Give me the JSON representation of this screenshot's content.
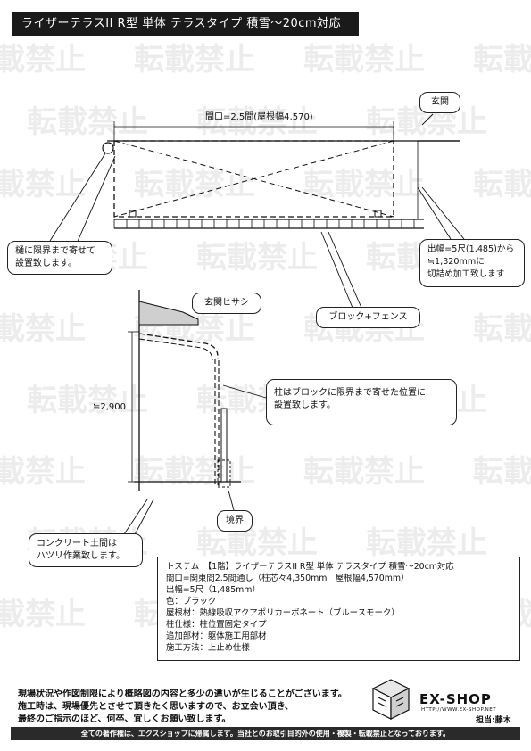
{
  "title": "ライザーテラスII R型 単体 テラスタイプ 積雪〜20cm対応",
  "watermark_text": "転載禁止",
  "plan": {
    "width_label": "間口=2.5間(屋根幅4,570)",
    "entrance_label": "玄関"
  },
  "callouts": {
    "gutter": [
      "樋に限界まで寄せて",
      "設置致します。"
    ],
    "projection": [
      "出幅=5尺(1,485)から",
      "≒1,320mmに",
      "切詰め加工致します"
    ],
    "block_fence": "ブロック+フェンス",
    "canopy": "玄関ヒサシ",
    "post": [
      "柱はブロックに限界まで寄せた位置に",
      "設置致します。"
    ],
    "boundary": "境界",
    "concrete": [
      "コンクリート土間は",
      "ハツリ作業致します。"
    ]
  },
  "section": {
    "height_label": "≒2,900"
  },
  "spec": {
    "lines": [
      "トステム　【1階】ライザーテラスII R型 単体 テラスタイプ 積雪〜20cm対応",
      "間口=関東間2.5間通し（柱芯々4,350mm　屋根幅4,570mm）",
      "出幅=5尺（1,485mm）",
      "色：ブラック",
      "屋根材：熱線吸収アクアポリカーボネート（ブルースモーク）",
      "柱仕様：柱位置固定タイプ",
      "追加部材：躯体施工用部材",
      "施工方法：上止め仕様"
    ]
  },
  "notes": [
    "現場状況や作図制限により概略図の内容と多少の違いが生じることがございます。",
    "施工時は、現場優先とさせて頂きたく思いますので、お立会い頂き、",
    "最終のご指示のほど、何卒、宜しくお願い致します。"
  ],
  "logo": {
    "name": "EX-SHOP",
    "url": "HTTP://WWW.EX-SHOP.NET",
    "person": "担当:藤木"
  },
  "footer": "全ての著作権は、エクスショップに帰属します。当社とのお取引目的外の使用・複製・転載禁止となっております。"
}
